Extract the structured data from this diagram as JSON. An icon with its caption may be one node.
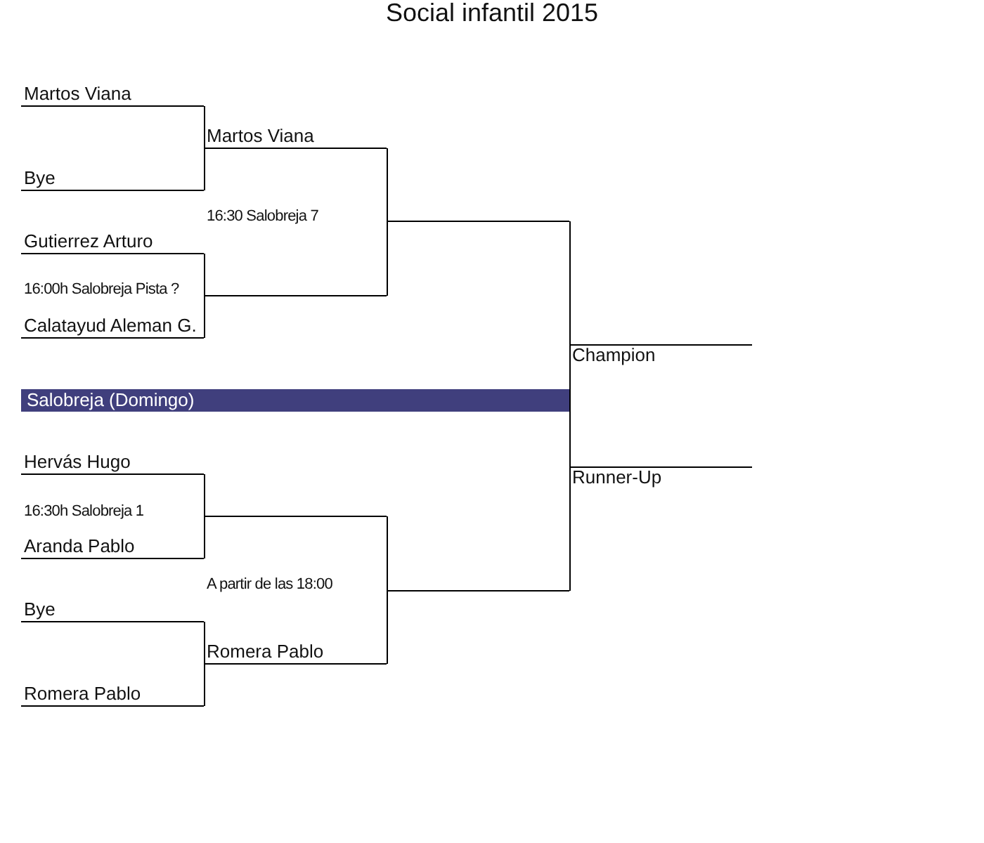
{
  "diagram": {
    "title": "Social infantil 2015",
    "nodes": [
      {
        "text": [
          "Martos Viana"
        ]
      },
      {
        "text": [
          "Bye"
        ]
      },
      {
        "text": [
          "Gutierrez Arturo"
        ]
      },
      {
        "text": [
          "Calatayud Aleman G."
        ]
      },
      {
        "text": [
          "Hervás Hugo"
        ]
      },
      {
        "text": [
          "Aranda Pablo"
        ]
      },
      {
        "text": [
          "Bye"
        ]
      },
      {
        "text": [
          "Romera Pablo"
        ]
      },
      {
        "text": [
          "Martos Viana"
        ]
      },
      {
        "text": [],
        "shape": "line"
      },
      {
        "text": [],
        "shape": "line"
      },
      {
        "text": [
          "Romera Pablo"
        ]
      },
      {
        "text": [],
        "shape": "line"
      },
      {
        "text": [],
        "shape": "line"
      },
      {
        "text": [
          "Champion"
        ]
      },
      {
        "text": [
          "Runner-Up"
        ]
      },
      {
        "text": [
          "Salobreja (Domingo)"
        ]
      }
    ],
    "edges": [
      {
        "from": 0,
        "to": 8,
        "arrow": "none"
      },
      {
        "from": 1,
        "to": 8,
        "arrow": "none"
      },
      {
        "from": 2,
        "to": 9,
        "arrow": "none"
      },
      {
        "from": 3,
        "to": 9,
        "arrow": "none"
      },
      {
        "from": 4,
        "to": 10,
        "arrow": "none"
      },
      {
        "from": 5,
        "to": 10,
        "arrow": "none"
      },
      {
        "from": 6,
        "to": 11,
        "arrow": "none"
      },
      {
        "from": 7,
        "to": 11,
        "arrow": "none"
      },
      {
        "from": 8,
        "to": 12,
        "arrow": "none"
      },
      {
        "from": 9,
        "to": 12,
        "arrow": "none"
      },
      {
        "from": 10,
        "to": 13,
        "arrow": "none"
      },
      {
        "from": 11,
        "to": 13,
        "arrow": "none"
      },
      {
        "from": 12,
        "to": 14,
        "arrow": "none"
      },
      {
        "from": 12,
        "to": 15,
        "arrow": "none"
      },
      {
        "from": 13,
        "to": 14,
        "arrow": "none"
      },
      {
        "from": 13,
        "to": 15,
        "arrow": "none"
      }
    ],
    "labels": [
      "16:30 Salobreja 7",
      "16:00h Salobreja Pista ?",
      "16:30h Salobreja 1",
      "A partir de las 18:00"
    ]
  }
}
